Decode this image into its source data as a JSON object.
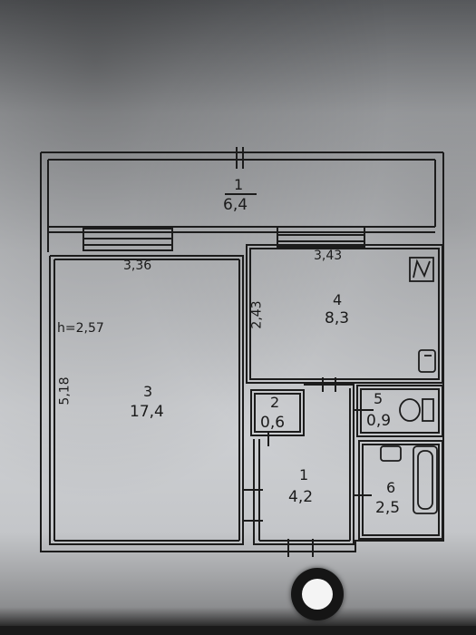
{
  "plan": {
    "rooms": [
      {
        "id": "balcony",
        "number": "1",
        "area": "6,4"
      },
      {
        "id": "room3",
        "number": "3",
        "area": "17,4"
      },
      {
        "id": "room4",
        "number": "4",
        "area": "8,3"
      },
      {
        "id": "room2",
        "number": "2",
        "area": "0,6"
      },
      {
        "id": "room5",
        "number": "5",
        "area": "0,9"
      },
      {
        "id": "hall1",
        "number": "1",
        "area": "4,2"
      },
      {
        "id": "room6",
        "number": "6",
        "area": "2,5"
      }
    ],
    "dimensions": {
      "room3_width": "3,36",
      "room4_width": "3,43",
      "room4_depth": "2,43",
      "room3_depth": "5,18",
      "ceiling_height": "h=2,57"
    }
  },
  "colors": {
    "line": "#1c1c1c",
    "paper": "#c7c9cc"
  },
  "icons": {
    "stove": "stove-icon",
    "sink_kitchen": "kitchen-sink-icon",
    "toilet": "toilet-icon",
    "bath": "bathtub-icon",
    "sink_bath": "washbasin-icon",
    "camera": "camera-shutter-icon"
  }
}
